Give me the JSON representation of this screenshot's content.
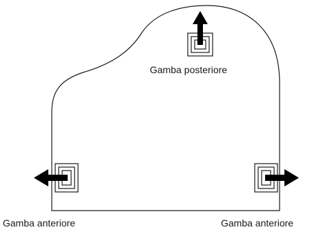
{
  "diagram": {
    "labels": {
      "rear_leg": "Gamba posteriore",
      "front_leg_left": "Gamba anteriore",
      "front_leg_right": "Gamba anteriore"
    },
    "colors": {
      "outline": "#1a1a1a",
      "arrow": "#000000",
      "background": "#ffffff"
    },
    "icons": [
      "arrow-up-icon",
      "arrow-left-icon",
      "arrow-right-icon"
    ]
  }
}
